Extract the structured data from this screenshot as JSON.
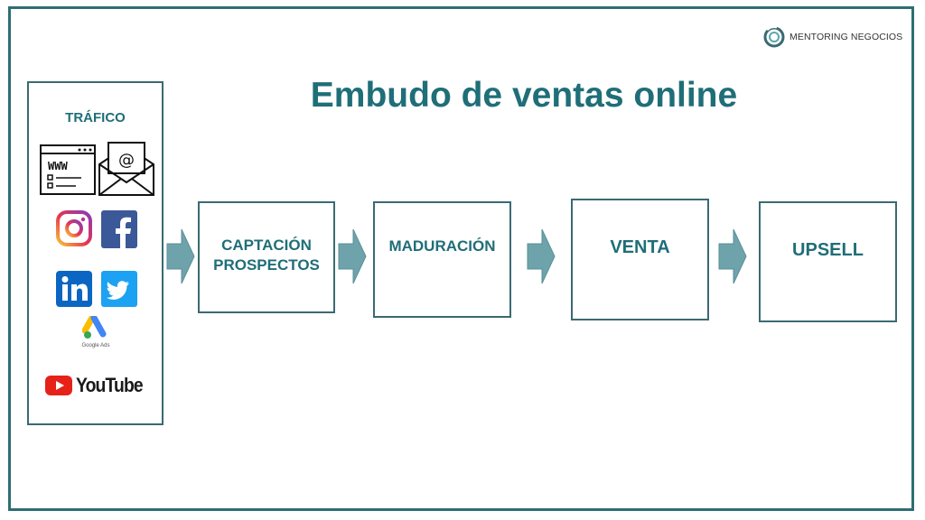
{
  "title": "Embudo de ventas online",
  "brand": {
    "name": "MENTORING NEGOCIOS",
    "logo_icon": "ring-logo-icon"
  },
  "traffic": {
    "title": "TRÁFICO",
    "icons": [
      "www-browser-icon",
      "email-envelope-icon",
      "instagram-icon",
      "facebook-icon",
      "linkedin-icon",
      "twitter-icon",
      "google-ads-icon",
      "youtube-icon"
    ],
    "google_ads_label": "Google Ads",
    "youtube_label": "YouTube"
  },
  "stages": [
    {
      "label": "CAPTACIÓN PROSPECTOS"
    },
    {
      "label": "MADURACIÓN"
    },
    {
      "label": "VENTA"
    },
    {
      "label": "UPSELL"
    }
  ],
  "colors": {
    "accent": "#1f6e78",
    "arrow": "#6fa3ab",
    "border": "#3a6a72"
  }
}
